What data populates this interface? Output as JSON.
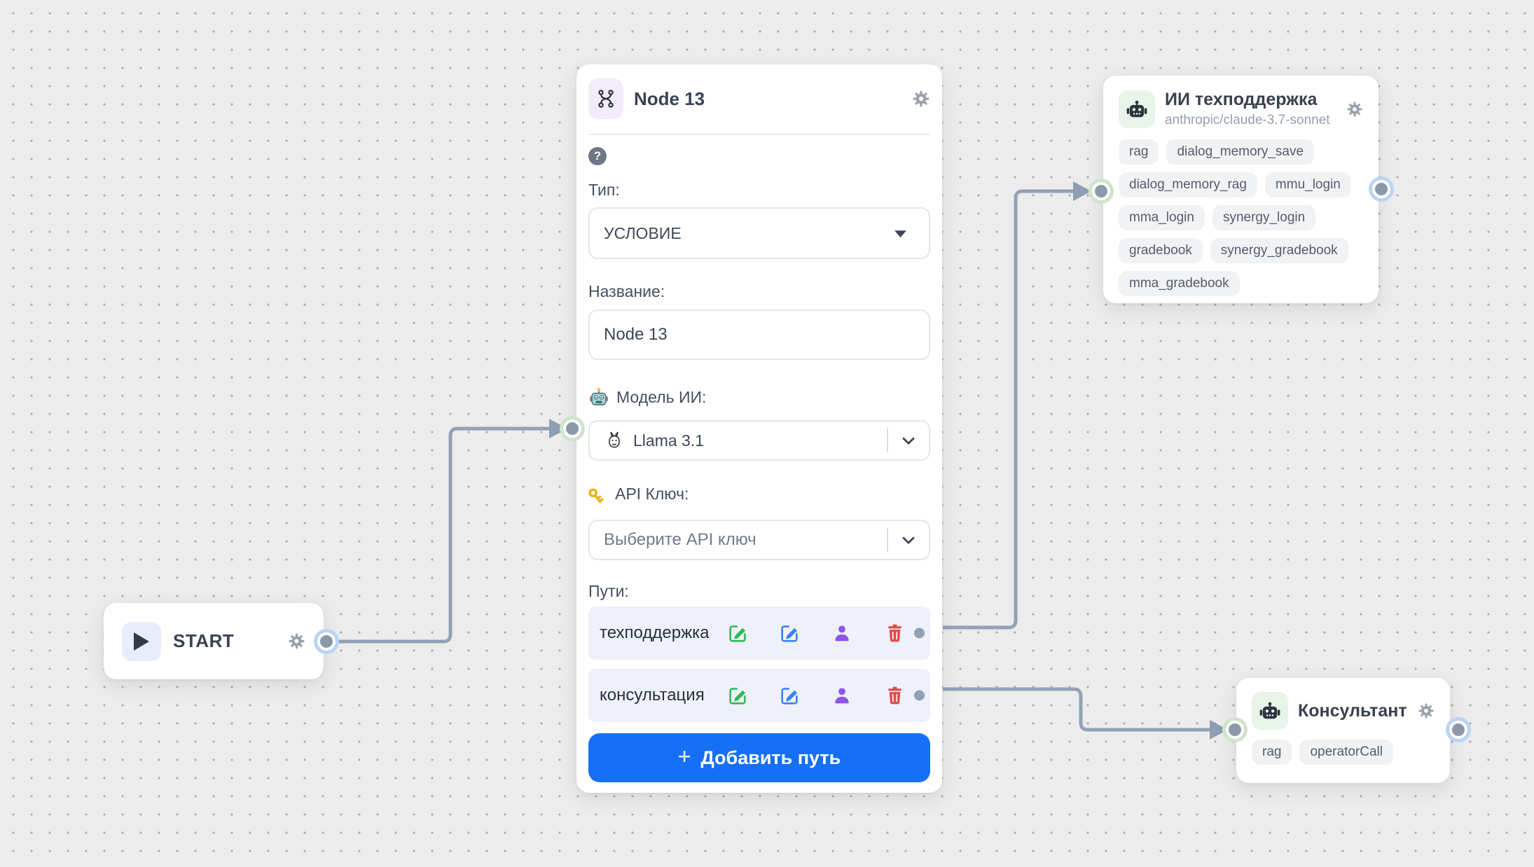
{
  "canvas": {
    "background_color": "#ececec",
    "dot_color": "#aaadb1",
    "edge_color": "#93a1b5",
    "port_fill": "#8b99ab",
    "port_ring_input": "#cfe4cb",
    "port_ring_output": "#bcd4f3"
  },
  "start_node": {
    "label": "START"
  },
  "node13": {
    "title": "Node 13",
    "help_glyph": "?",
    "fields": {
      "type": {
        "label": "Тип:",
        "value": "УСЛОВИЕ"
      },
      "name": {
        "label": "Название:",
        "value": "Node 13"
      },
      "model": {
        "label": "Модель ИИ:",
        "label_icon": "robot-emoji",
        "value": "Llama 3.1",
        "value_icon": "llama-emoji"
      },
      "api_key": {
        "label": "API Ключ:",
        "label_icon": "key-emoji",
        "placeholder": "Выберите API ключ"
      }
    },
    "paths": {
      "label": "Пути:",
      "rows": [
        {
          "name": "техподдержка"
        },
        {
          "name": "консультация"
        }
      ],
      "row_icons": [
        "edit-green-icon",
        "edit-blue-icon",
        "person-icon",
        "trash-icon"
      ],
      "add_button": {
        "plus": "+",
        "label": "Добавить путь",
        "color": "#1570f5"
      }
    }
  },
  "ai_support_node": {
    "title": "ИИ техподдержка",
    "subtitle": "anthropic/claude-3.7-sonnet",
    "tags": [
      "rag",
      "dialog_memory_save",
      "dialog_memory_rag",
      "mmu_login",
      "mma_login",
      "synergy_login",
      "gradebook",
      "synergy_gradebook",
      "mma_gradebook"
    ]
  },
  "consultant_node": {
    "title": "Консультант",
    "tags": [
      "rag",
      "operatorCall"
    ]
  },
  "icon_colors": {
    "edit_green": "#2fba55",
    "edit_blue": "#3b82f6",
    "person_purple": "#8d55e8",
    "trash_red": "#e14b4b",
    "gear_gray": "#9aa1ac"
  }
}
